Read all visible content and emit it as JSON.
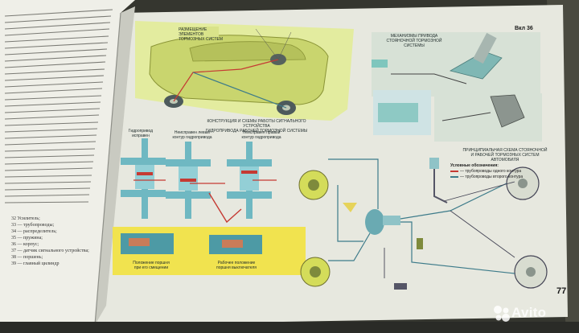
{
  "figure_label": "Вкл 36",
  "page_number": "77",
  "watermark": "Avito",
  "captions": {
    "hand_brake": "МЕХАНИЗМЫ ПРИВОДА\nСТОЯНОЧНОЙ ТОРМОЗНОЙ СИСТЕМЫ",
    "car": "РАЗМЕЩЕНИЕ ЭЛЕМЕНТОВ\nТОРМОЗНЫХ СИСТЕМ",
    "signal": "КОНСТРУКЦИЯ И СХЕМЫ РАБОТЫ СИГНАЛЬНОГО УСТРОЙСТВА\nГИДРОПРИВОДА РАБОЧЕЙ ТОРМОЗНОЙ СИСТЕМЫ",
    "cutaway": "Гидропривод исправен",
    "fault_left": "Неисправен левый\nконтур гидропривода",
    "fault_right": "Неисправен правый\nконтур гидропривода",
    "scheme": "ПРИНЦИПИАЛЬНАЯ СХЕМА СТОЯНОЧНОЙ\nИ РАБОЧЕЙ ТОРМОЗНЫХ СИСТЕМ АВТОМОБИЛЯ",
    "yellow_left": "Положение поршня\nпри его смещении",
    "yellow_right": "Рабочее положение\nпоршня выключателя"
  },
  "legend": {
    "title": "Условные обозначения:",
    "items": [
      {
        "label": "— трубопроводы одного контура",
        "color": "#c53a33"
      },
      {
        "label": "— трубопроводы второго контура",
        "color": "#3d7b8a"
      }
    ]
  },
  "left_note": "32 Усилитель;\n33 — трубопроводы;\n34 — распределитель;\n35 — пружина;\n36 — корпус;\n37 — датчик сигнального устройства;\n38 — поршень;\n39 — главный цилиндр"
}
